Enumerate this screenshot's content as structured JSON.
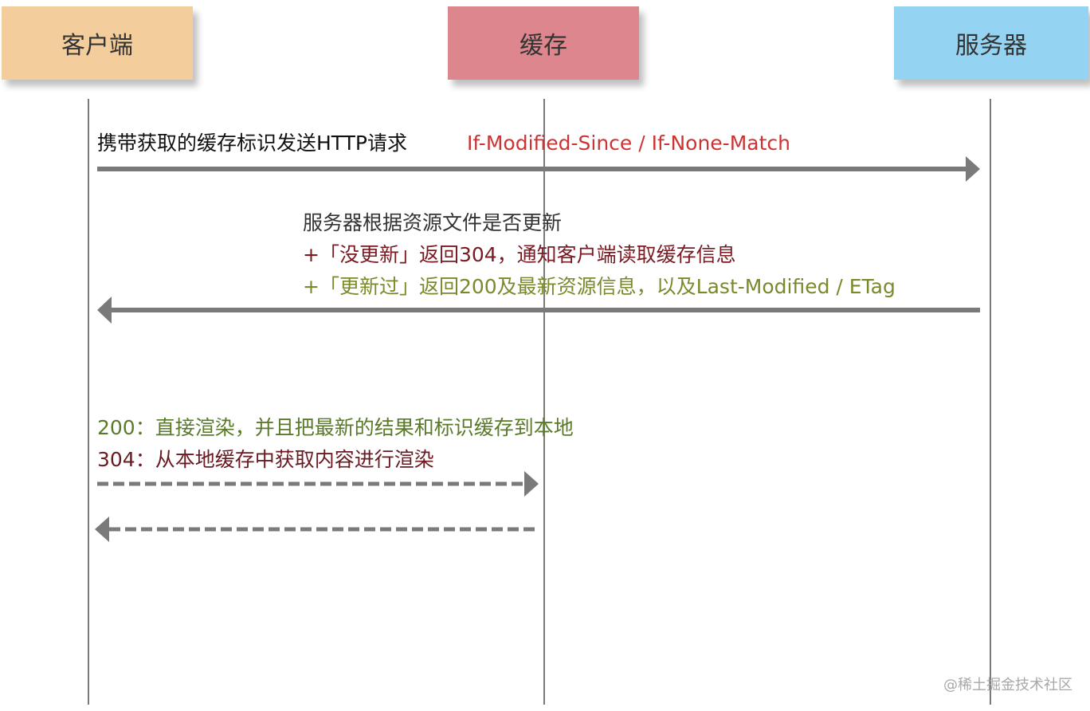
{
  "actors": {
    "client": {
      "label": "客户端",
      "color": "#f3cd9b"
    },
    "cache": {
      "label": "缓存",
      "color": "#dd868d"
    },
    "server": {
      "label": "服务器",
      "color": "#94d3f2"
    }
  },
  "messages": {
    "request": {
      "from": "client",
      "to": "server",
      "style": "solid",
      "label": "携带获取的缓存标识发送HTTP请求",
      "headers": "If-Modified-Since / If-None-Match"
    },
    "response": {
      "from": "server",
      "to": "client",
      "style": "solid",
      "title": "服务器根据资源文件是否更新",
      "not_modified": "+「没更新」返回304，通知客户端读取缓存信息",
      "modified": "+「更新过」返回200及最新资源信息，以及Last-Modified / ETag"
    },
    "store_or_read": {
      "from": "client",
      "to": "cache",
      "style": "dashed",
      "status_200": "200：直接渲染，并且把最新的结果和标识缓存到本地",
      "status_304": "304：从本地缓存中获取内容进行渲染"
    },
    "cache_return": {
      "from": "cache",
      "to": "client",
      "style": "dashed"
    }
  },
  "colors": {
    "arrow": "#7a7a7a",
    "lifeline": "#7a7a7a",
    "header_red": "#cc3333",
    "not_modified_text": "#7a1a22",
    "modified_text": "#7a8a2a"
  },
  "watermark": "@稀土掘金技术社区"
}
